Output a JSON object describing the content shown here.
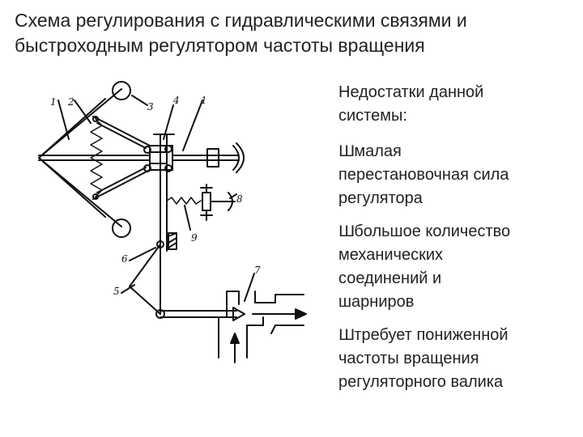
{
  "title": {
    "line1": "Схема регулирования с гидравлическими связями и",
    "line2": "быстроходным регулятором частоты вращения"
  },
  "panel": {
    "heading_line1": "Недостатки данной",
    "heading_line2": "системы:",
    "bullet_marker": "Ш",
    "bullets": [
      {
        "lines": [
          "малая",
          "перестановочная сила",
          "регулятора"
        ]
      },
      {
        "lines": [
          "большое количество",
          "механических",
          "соединений и",
          "шарниров"
        ]
      },
      {
        "lines": [
          "требует пониженной",
          "частоты вращения",
          "регуляторного валика"
        ]
      }
    ]
  },
  "diagram": {
    "callouts": [
      "1",
      "2",
      "3",
      "4",
      "1",
      "8",
      "9",
      "6",
      "5",
      "7"
    ]
  }
}
